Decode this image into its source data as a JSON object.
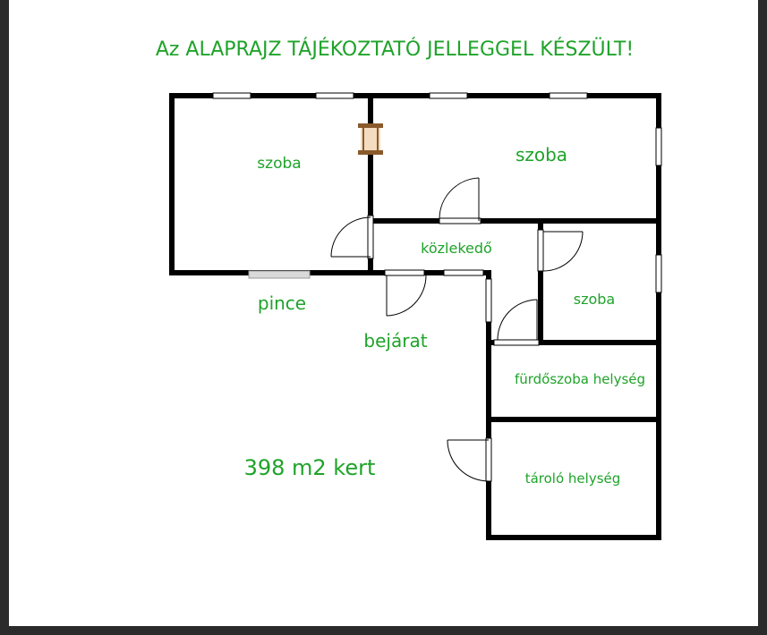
{
  "title": "Az ALAPRAJZ TÁJÉKOZTATÓ JELLEGGEL KÉSZÜLT!",
  "rooms": {
    "room_top_left": "szoba",
    "room_top_right": "szoba",
    "corridor": "közlekedő",
    "room_small": "szoba",
    "bathroom": "fürdőszoba helység",
    "storage": "tároló helység"
  },
  "outside": {
    "cellar": "pince",
    "entrance": "bejárat",
    "garden": "398 m2 kert"
  },
  "colors": {
    "label": "#1fa32a",
    "wall": "#000000",
    "background": "#ffffff",
    "frame": "#2b2b2b",
    "chimney_wood": "#8a5a2b",
    "chimney_fill": "#f3dcc0"
  }
}
